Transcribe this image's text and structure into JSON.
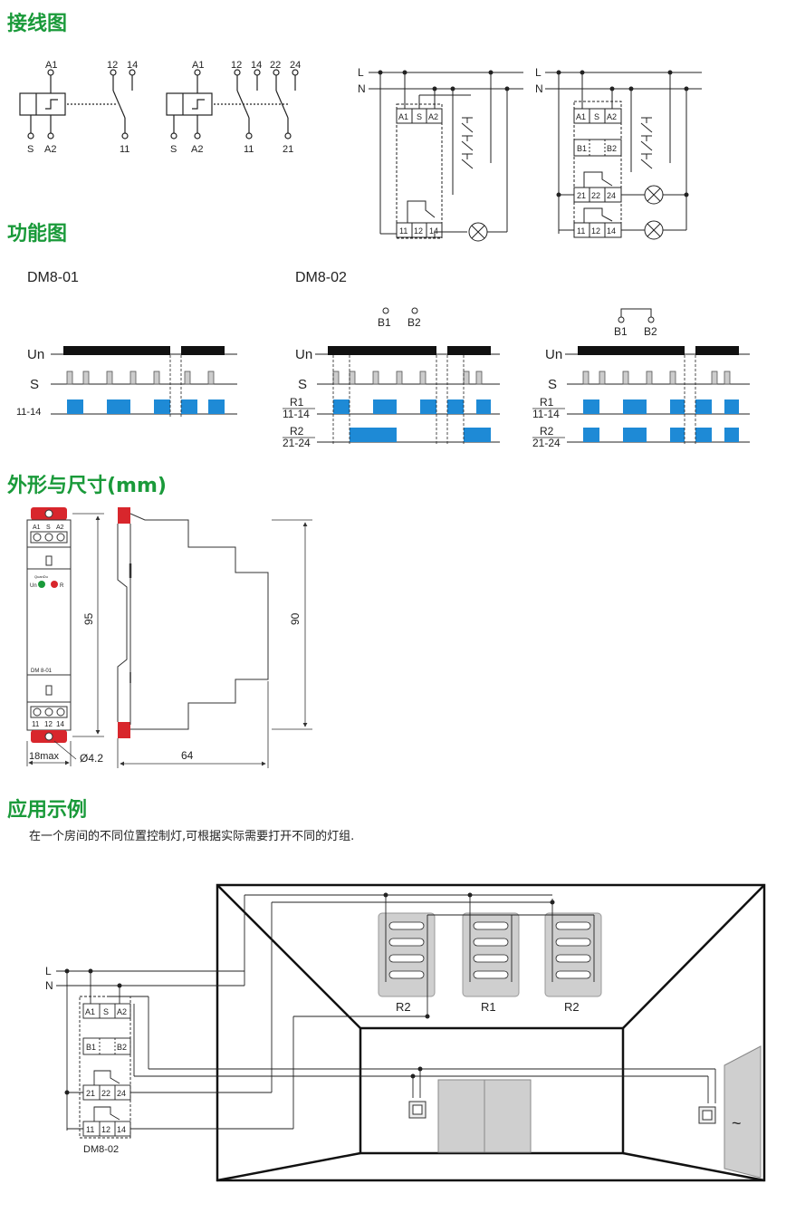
{
  "sections": {
    "wiring": "接线图",
    "function": "功能图",
    "dimensions": "外形与尺寸(mm)",
    "application": "应用示例"
  },
  "models": {
    "dm801": "DM8-01",
    "dm802": "DM8-02"
  },
  "application_note": "在一个房间的不同位置控制灯,可根据实际需要打开不同的灯组.",
  "wiring": {
    "terminals": {
      "a1": "A1",
      "a2": "A2",
      "s": "S",
      "t11": "11",
      "t12": "12",
      "t14": "14",
      "t21": "21",
      "t22": "22",
      "t24": "24",
      "b1": "B1",
      "b2": "B2"
    },
    "lines": {
      "l": "L",
      "n": "N"
    }
  },
  "timing": {
    "rows": {
      "un": "Un",
      "s": "S",
      "r1114": "11-14",
      "r1": "R1",
      "r2": "R2",
      "r2124": "21-24"
    },
    "b_labels": {
      "b1": "B1",
      "b2": "B2"
    }
  },
  "dimensions": {
    "height_95": "95",
    "height_90": "90",
    "width_18": "18max",
    "hole": "Ø4.2",
    "depth_64": "64",
    "front_label": "DM 8-01",
    "led_un": "Un",
    "led_r": "R",
    "brand": "QuanDu"
  },
  "application": {
    "lamp_groups": [
      "R2",
      "R1",
      "R2"
    ],
    "device_label": "DM8-02",
    "ac_symbol": "~"
  },
  "colors": {
    "accent": "#1a9a3a",
    "pulse": "#1e8ad6",
    "bar": "#111111",
    "red": "#d8262c"
  }
}
